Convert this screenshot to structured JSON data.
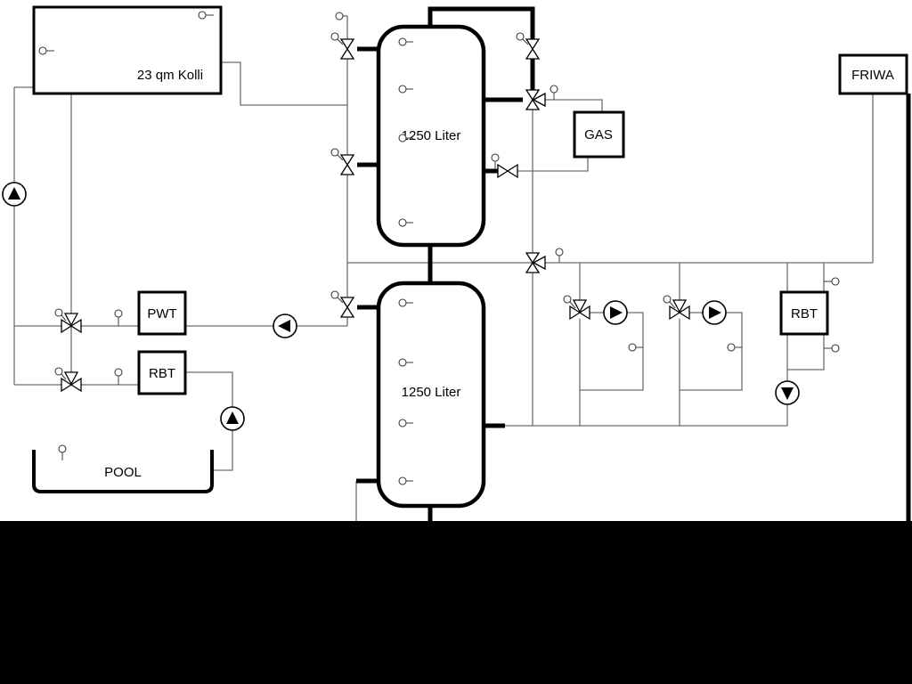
{
  "diagram": {
    "type": "hydraulic-heating-scheme",
    "labels": {
      "collector": "23 qm Kolli",
      "tank1": "1250 Liter",
      "tank2": "1250 Liter",
      "gas": "GAS",
      "friwa": "FRIWA",
      "pwt": "PWT",
      "rbt_left": "RBT",
      "rbt_right": "RBT",
      "pool": "POOL"
    },
    "colors": {
      "background": "#ffffff",
      "pipe_thin": "#6e6e6e",
      "pipe_thick": "#000000",
      "bottom_panel": "#000000"
    }
  }
}
